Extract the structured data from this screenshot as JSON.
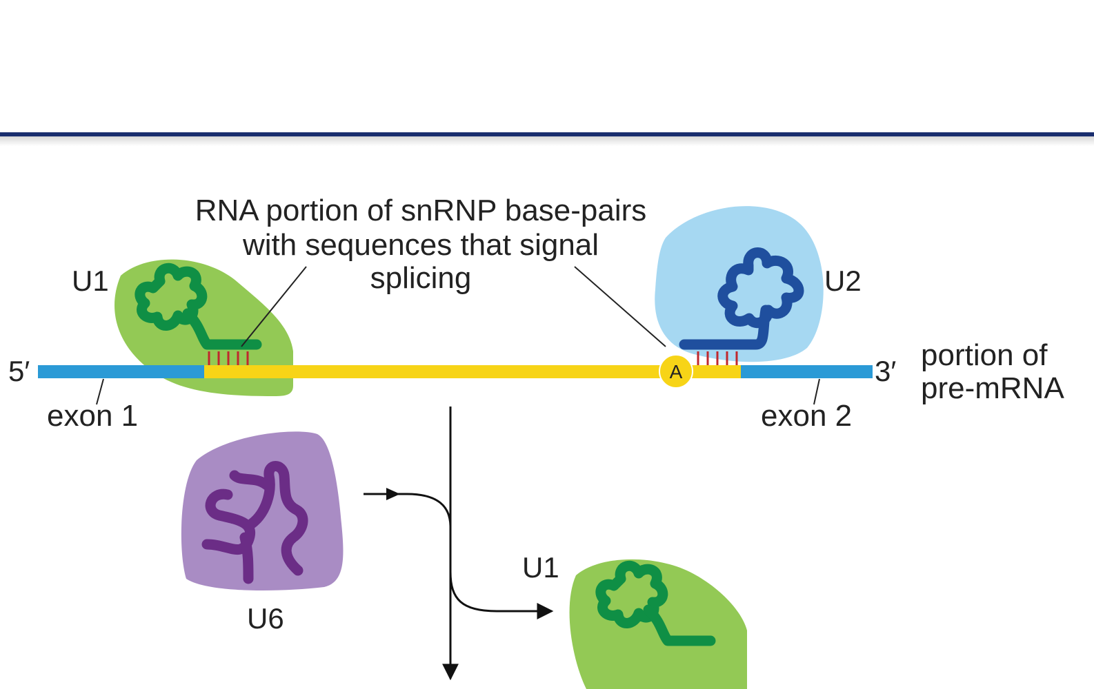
{
  "labels": {
    "caption_line1": "RNA portion of snRNP base-pairs",
    "caption_line2": "with sequences that signal",
    "caption_line3": "splicing",
    "u1_top": "U1",
    "u2": "U2",
    "five_prime": "5′",
    "three_prime": "3′",
    "portion_line1": "portion of",
    "portion_line2": "pre-mRNA",
    "exon1": "exon 1",
    "exon2": "exon 2",
    "branch_a": "A",
    "u6": "U6",
    "u1_bottom": "U1"
  },
  "colors": {
    "rule": "#1a2e6e",
    "exon": "#2b9ad6",
    "intron": "#f7d417",
    "u1_protein": "#93c955",
    "u1_rna": "#0f8f45",
    "u2_protein": "#a6d8f2",
    "u2_rna": "#1f4f9e",
    "u6_protein": "#a98cc4",
    "u6_rna": "#6b2d86",
    "basepair": "#c0282d",
    "arrow": "#111111"
  }
}
